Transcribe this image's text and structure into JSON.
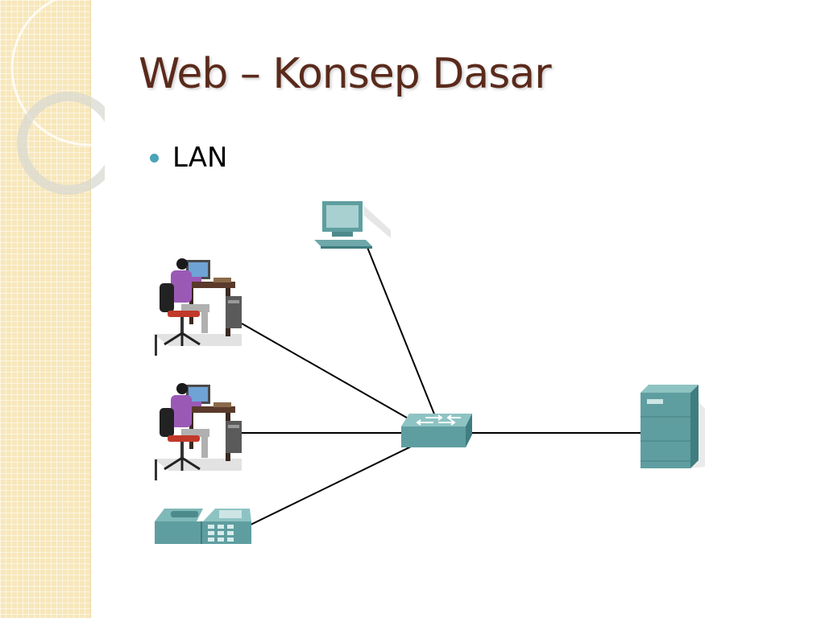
{
  "slide": {
    "title": "Web – Konsep Dasar",
    "bullets": [
      {
        "text": "LAN"
      }
    ]
  },
  "diagram": {
    "type": "network-topology",
    "nodes": [
      {
        "id": "workstation-1",
        "icon": "user-at-desk-icon"
      },
      {
        "id": "workstation-2",
        "icon": "user-at-desk-icon"
      },
      {
        "id": "ip-phone",
        "icon": "ip-phone-icon"
      },
      {
        "id": "desktop-pc",
        "icon": "computer-icon"
      },
      {
        "id": "switch",
        "icon": "switch-icon"
      },
      {
        "id": "server",
        "icon": "server-icon"
      }
    ],
    "links": [
      {
        "from": "workstation-1",
        "to": "switch"
      },
      {
        "from": "workstation-2",
        "to": "switch"
      },
      {
        "from": "ip-phone",
        "to": "switch"
      },
      {
        "from": "desktop-pc",
        "to": "switch"
      },
      {
        "from": "switch",
        "to": "server"
      }
    ]
  },
  "colors": {
    "title": "#5a2a1b",
    "bullet": "#4ba3b8",
    "device": "#5f9ea0",
    "side_band": "#f7e7bb",
    "link": "#000000"
  }
}
